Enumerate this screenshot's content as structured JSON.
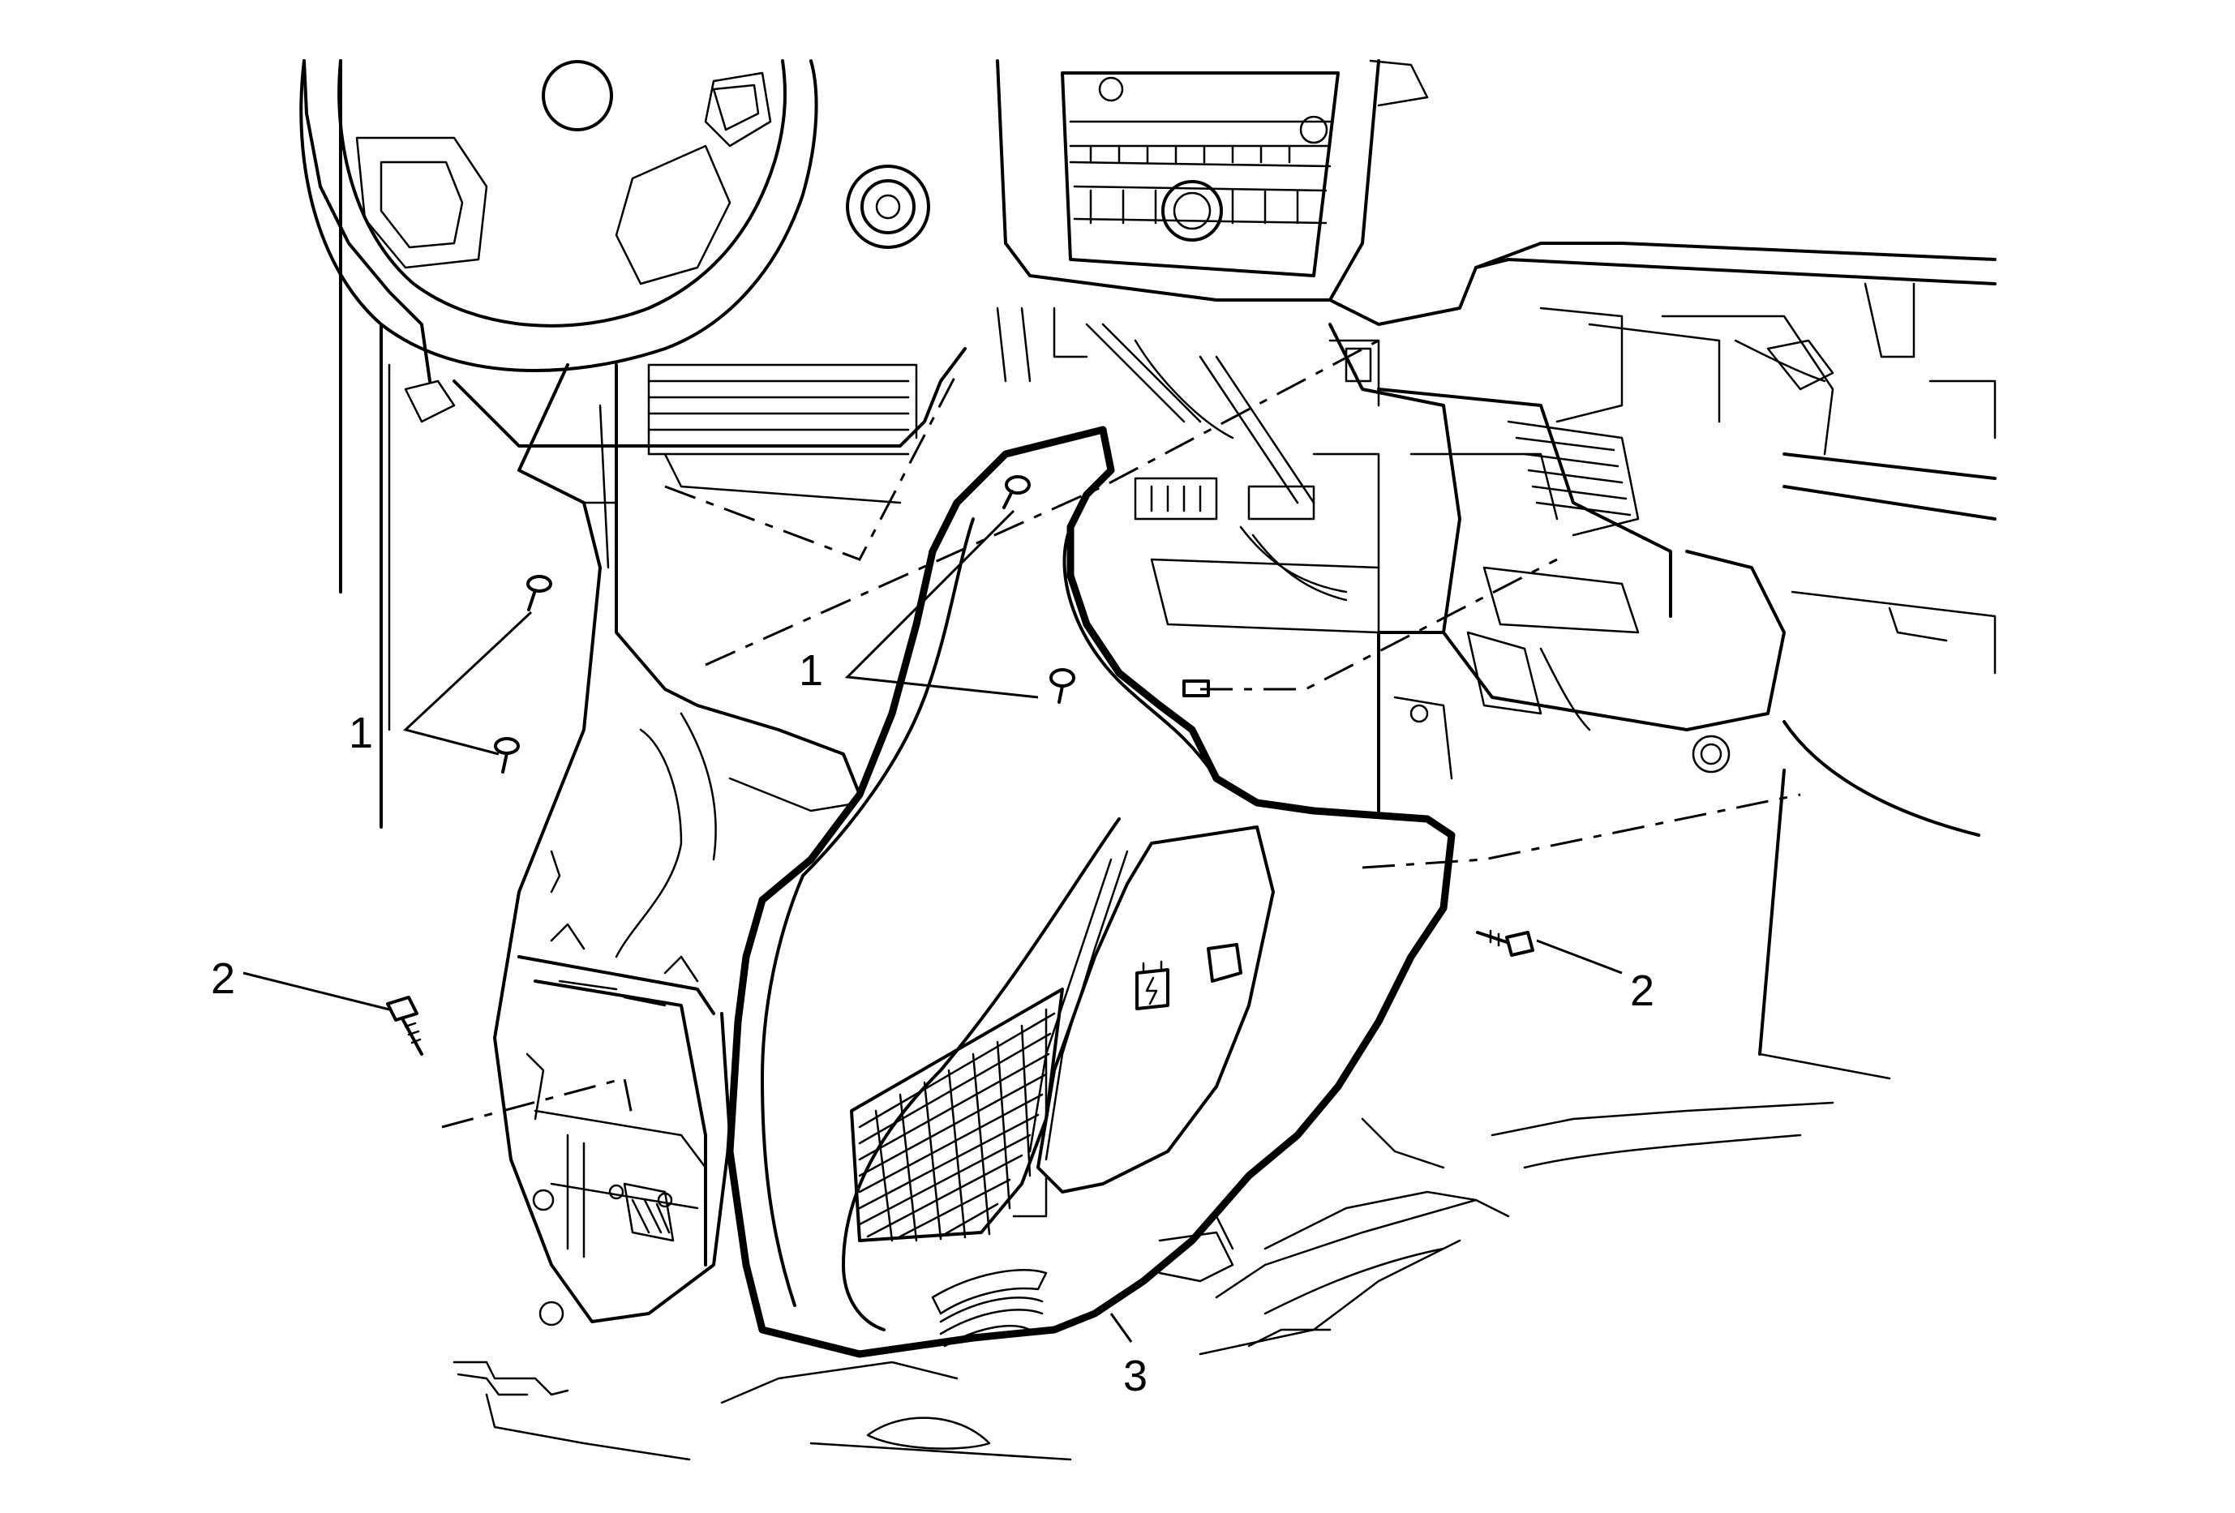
{
  "callouts": [
    {
      "id": "callout-1-left",
      "text": "1"
    },
    {
      "id": "callout-1-center",
      "text": "1"
    },
    {
      "id": "callout-2-left",
      "text": "2"
    },
    {
      "id": "callout-2-right",
      "text": "2"
    },
    {
      "id": "callout-3",
      "text": "3"
    }
  ],
  "icons": {
    "battery_symbol": "battery-icon",
    "fastener": "push-pin-retainer-icon",
    "bolt": "bolt-icon"
  },
  "colors": {
    "line": "#000000",
    "background": "#ffffff"
  }
}
